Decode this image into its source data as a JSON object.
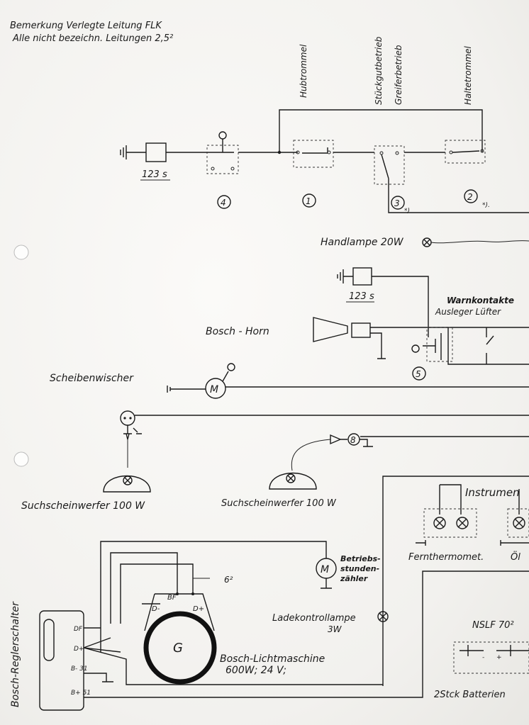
{
  "notes": {
    "line1": "Bemerkung  Verlegte Leitung  FLK",
    "line2": "Alle nicht bezeichn. Leitungen  2,5²"
  },
  "top_labels": {
    "hubtrommel": "Hubtrommel",
    "stueckgut": "Stückgutbetrieb",
    "greifer": "Greiferbetrieb",
    "halte": "Haltetrommel"
  },
  "markers": {
    "n4": "4",
    "n1": "1",
    "n3": "3",
    "n2": "2",
    "n5": "5",
    "n8": "8",
    "star_a": "*)",
    "star_b": "*)."
  },
  "fuse_labels": {
    "fuse1": "123 s",
    "fuse2": "123 s"
  },
  "labels": {
    "handlampe": "Handlampe 20W",
    "warnkontakte": "Warnkontakte",
    "ausleger": "Ausleger  Lüfter",
    "horn": "Bosch - Horn",
    "scheibenwischer": "Scheibenwischer",
    "motor": "M",
    "such1": "Suchscheinwerfer  100 W",
    "such2": "Suchscheinwerfer  100 W",
    "instrumente": "Instrumen",
    "fernthermo": "Fernthermomet.",
    "oel": "Öl",
    "betriebs1": "Betriebs-",
    "betriebs2": "stunden-",
    "betriebs3": "zähler",
    "regler": "Bosch-Reglerschalter",
    "wire6": "6²",
    "bf": "BF",
    "dminus": "D-",
    "dplus": "D+",
    "gen": "G",
    "lade1": "Ladekontrollampe",
    "lade2": "3W",
    "licht1": "Bosch-Lichtmaschine",
    "licht2": "600W;     24 V;",
    "nslf": "NSLF  70²",
    "batterien": "2Stck Batterien",
    "df": "DF",
    "dp": "D+",
    "b31": "B- 31",
    "b51": "B+ 51",
    "plus": "+",
    "minus": "-"
  }
}
